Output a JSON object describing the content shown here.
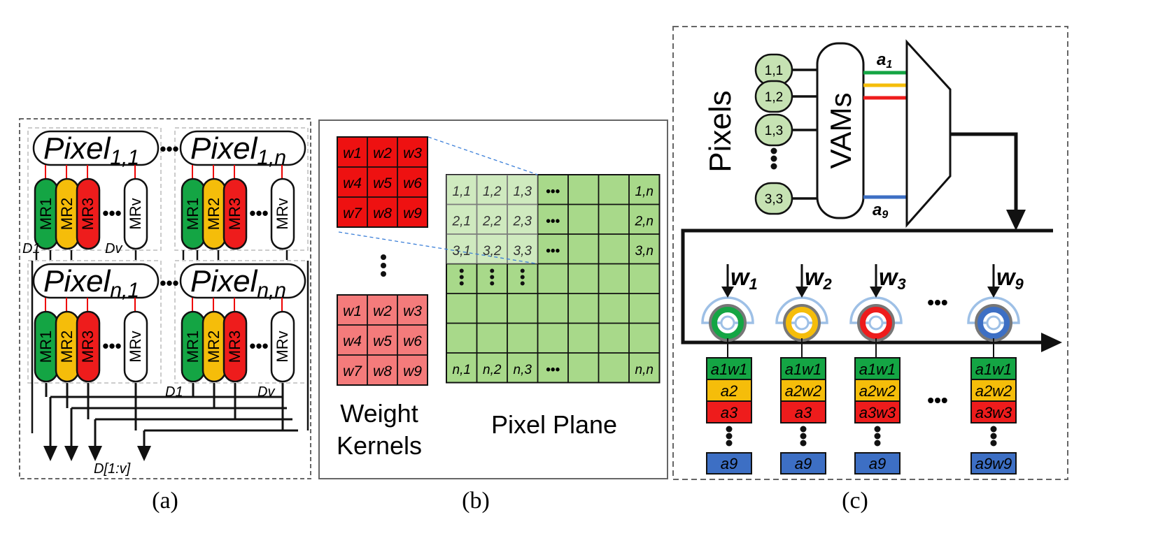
{
  "panel_a": {
    "pixels": [
      {
        "pre": "Pixel",
        "sub": "1,1"
      },
      {
        "pre": "Pixel",
        "sub": "1,n"
      },
      {
        "pre": "Pixel",
        "sub": "n,1"
      },
      {
        "pre": "Pixel",
        "sub": "n,n"
      }
    ],
    "mr_labels": [
      "MR1",
      "MR2",
      "MR3",
      "MRv"
    ],
    "d1": "D1",
    "dv": "Dv",
    "dbus": "D[1:v]",
    "colors": {
      "green": "#14a544",
      "yellow": "#f5bd0a",
      "red": "#ee1c1c",
      "white": "#ffffff"
    },
    "caption": "(a)"
  },
  "panel_b": {
    "kernel_top": [
      "w1",
      "w2",
      "w3",
      "w4",
      "w5",
      "w6",
      "w7",
      "w8",
      "w9"
    ],
    "kernel_bottom": [
      "w1",
      "w2",
      "w3",
      "w4",
      "w5",
      "w6",
      "w7",
      "w8",
      "w9"
    ],
    "grid_labels": {
      "r1": [
        "1,1",
        "1,2",
        "1,3",
        "•••",
        "1,n"
      ],
      "r2": [
        "2,1",
        "2,2",
        "2,3",
        "•••",
        "2,n"
      ],
      "r3": [
        "3,1",
        "3,2",
        "3,3",
        "•••",
        "3,n"
      ],
      "rn": [
        "n,1",
        "n,2",
        "n,3",
        "•••",
        "n,n"
      ]
    },
    "weight_line1": "Weight",
    "weight_line2": "Kernels",
    "plane_label": "Pixel Plane",
    "colors": {
      "kernel_top": "#ee1111",
      "kernel_bottom": "#f47b7b",
      "grid": "#a8d98a"
    },
    "caption": "(b)"
  },
  "panel_c": {
    "pixels_label": "Pixels",
    "vams_label": "VAMs",
    "pixel_nodes": [
      "1,1",
      "1,2",
      "1,3",
      "3,3"
    ],
    "a1": {
      "base": "a",
      "sub": "1"
    },
    "a9": {
      "base": "a",
      "sub": "9"
    },
    "weights": [
      {
        "base": "w",
        "sub": "1"
      },
      {
        "base": "w",
        "sub": "2"
      },
      {
        "base": "w",
        "sub": "3"
      },
      {
        "base": "w",
        "sub": "9"
      }
    ],
    "ellipsis": "•••",
    "stacks": [
      [
        "a1w1",
        "a2",
        "a3",
        "a9"
      ],
      [
        "a1w1",
        "a2w2",
        "a3",
        "a9"
      ],
      [
        "a1w1",
        "a2w2",
        "a3w3",
        "a9"
      ],
      [
        "a1w1",
        "a2w2",
        "a3w3",
        "a9w9"
      ]
    ],
    "colors": {
      "green": "#14a544",
      "yellow": "#f5bd0a",
      "red": "#ee1c1c",
      "blue": "#3d6fc4",
      "node": "#c6e2b3"
    },
    "caption": "(c)"
  }
}
